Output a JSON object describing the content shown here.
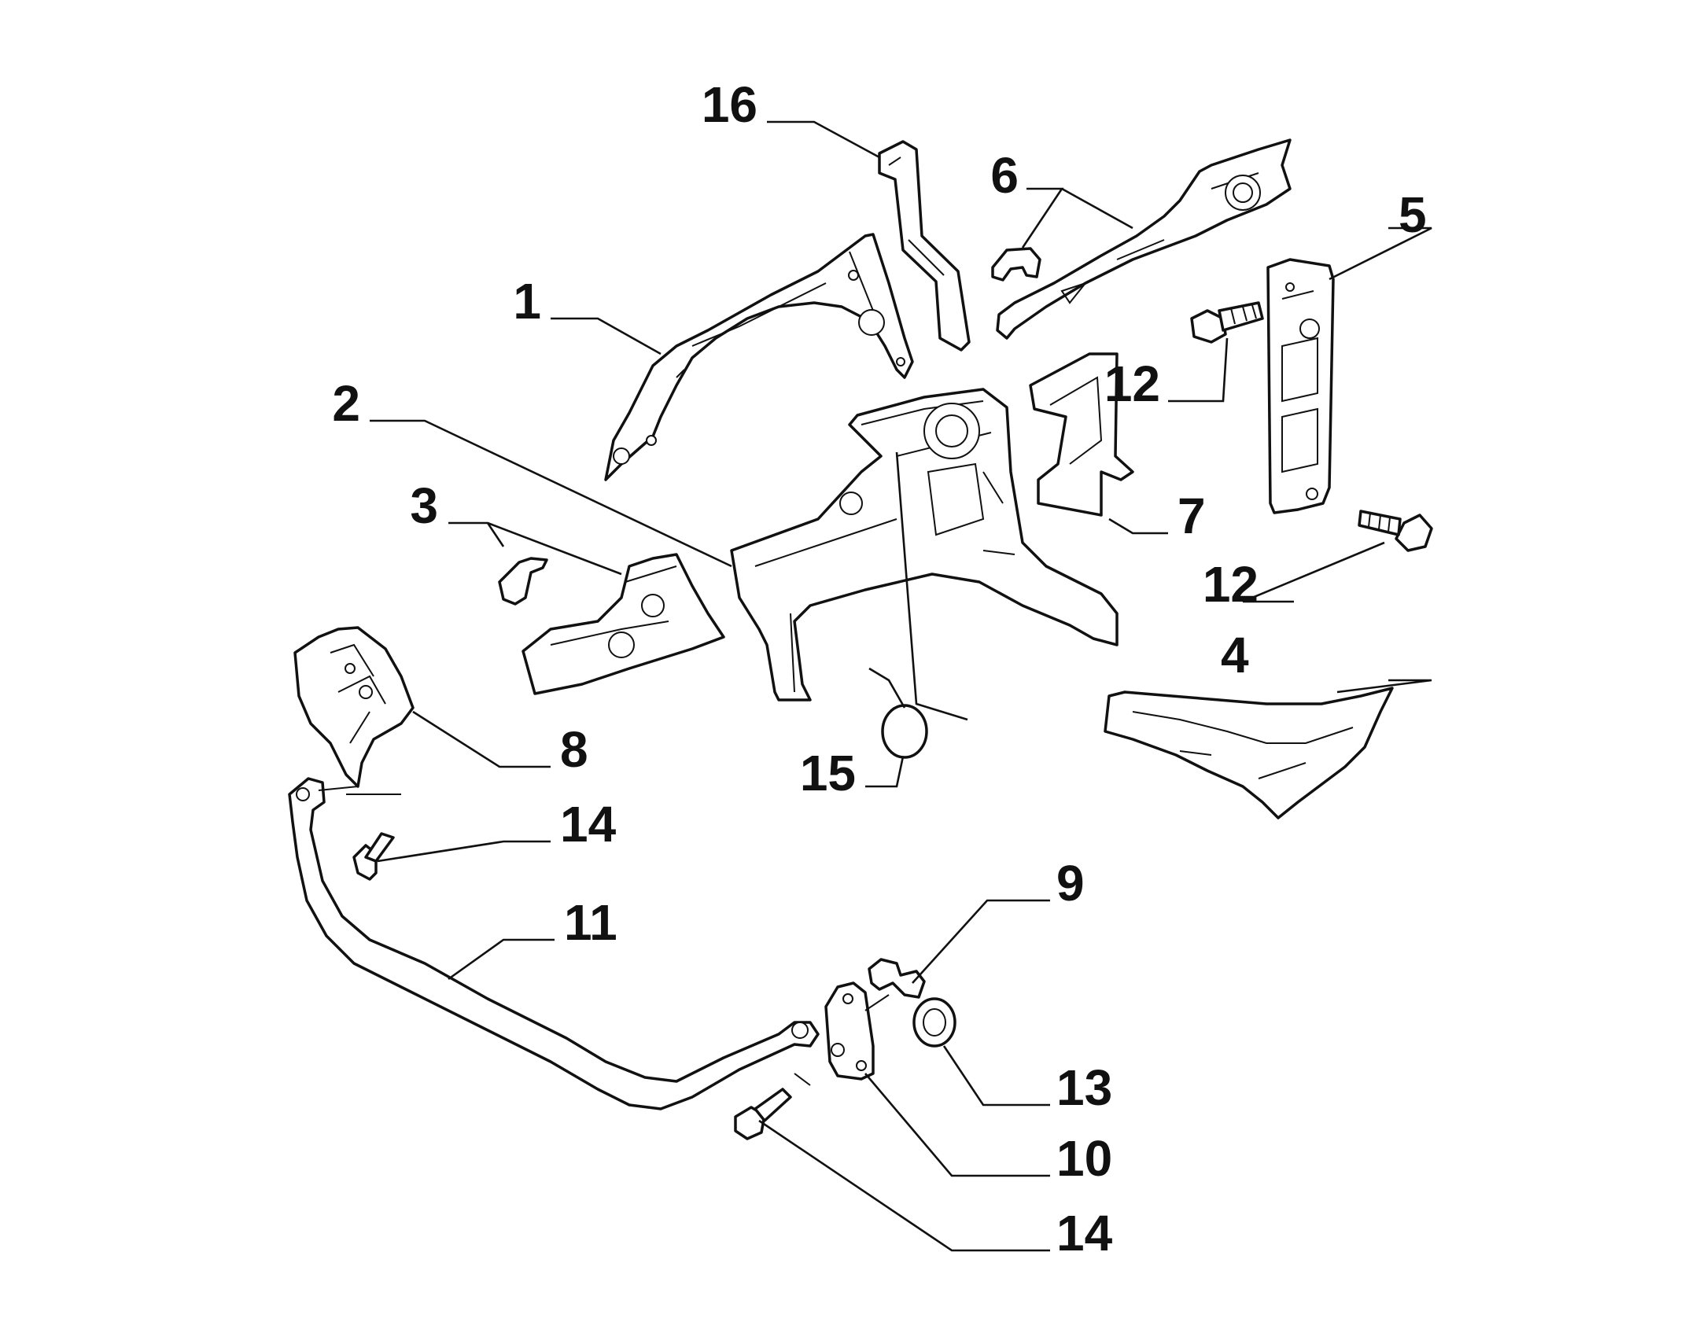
{
  "diagram": {
    "callouts": [
      {
        "id": "1",
        "text": "1"
      },
      {
        "id": "2",
        "text": "2"
      },
      {
        "id": "3",
        "text": "3"
      },
      {
        "id": "4",
        "text": "4"
      },
      {
        "id": "5",
        "text": "5"
      },
      {
        "id": "6",
        "text": "6"
      },
      {
        "id": "7",
        "text": "7"
      },
      {
        "id": "8",
        "text": "8"
      },
      {
        "id": "9",
        "text": "9"
      },
      {
        "id": "10",
        "text": "10"
      },
      {
        "id": "11",
        "text": "11"
      },
      {
        "id": "12a",
        "text": "12"
      },
      {
        "id": "12b",
        "text": "12"
      },
      {
        "id": "13",
        "text": "13"
      },
      {
        "id": "14a",
        "text": "14"
      },
      {
        "id": "14b",
        "text": "14"
      },
      {
        "id": "15",
        "text": "15"
      },
      {
        "id": "16",
        "text": "16"
      }
    ]
  },
  "colors": {
    "ink": "#111111",
    "background": "#ffffff"
  }
}
